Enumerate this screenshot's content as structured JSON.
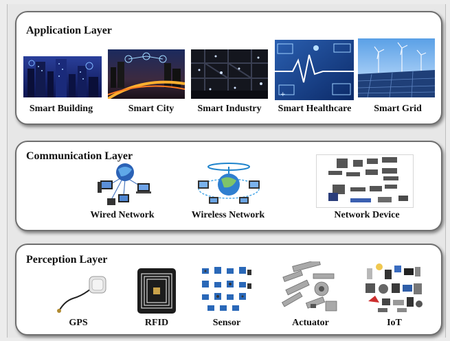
{
  "layers": {
    "application": {
      "title": "Application Layer",
      "items": [
        {
          "label": "Smart Building",
          "icon": "smart-building-photo"
        },
        {
          "label": "Smart City",
          "icon": "smart-city-photo"
        },
        {
          "label": "Smart Industry",
          "icon": "smart-industry-photo"
        },
        {
          "label": "Smart Healthcare",
          "icon": "smart-healthcare-photo"
        },
        {
          "label": "Smart Grid",
          "icon": "smart-grid-photo"
        }
      ]
    },
    "communication": {
      "title": "Communication Layer",
      "items": [
        {
          "label": "Wired Network",
          "icon": "wired-network-icon"
        },
        {
          "label": "Wireless Network",
          "icon": "wireless-network-icon"
        },
        {
          "label": "Network Device",
          "icon": "network-device-icon"
        }
      ]
    },
    "perception": {
      "title": "Perception Layer",
      "items": [
        {
          "label": "GPS",
          "icon": "gps-module-icon"
        },
        {
          "label": "RFID",
          "icon": "rfid-tag-icon"
        },
        {
          "label": "Sensor",
          "icon": "sensor-modules-icon"
        },
        {
          "label": "Actuator",
          "icon": "actuator-parts-icon"
        },
        {
          "label": "IoT",
          "icon": "iot-devices-icon"
        }
      ]
    }
  }
}
